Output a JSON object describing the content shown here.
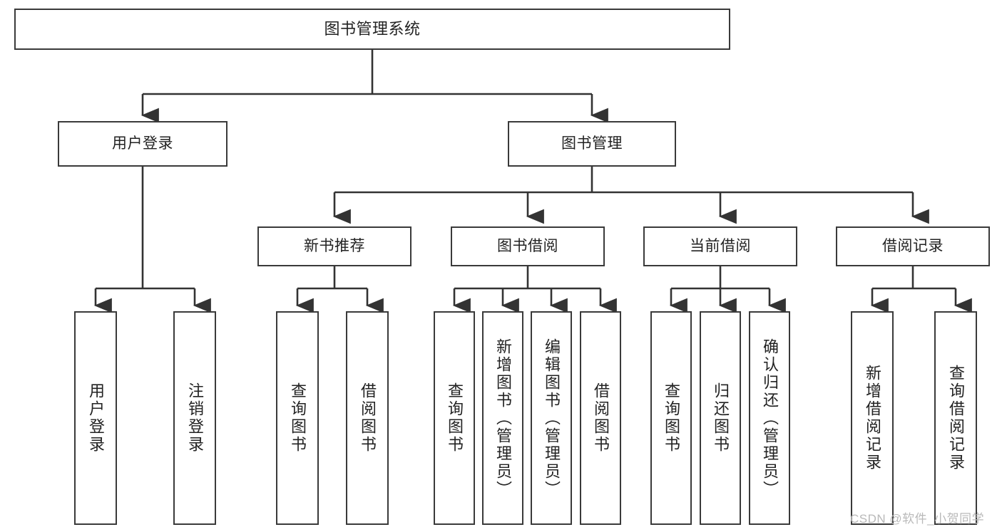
{
  "diagram": {
    "type": "tree-hierarchy",
    "title": "图书管理系统",
    "orientation": "top-down",
    "edge_color": "#333333",
    "node_border_color": "#3a3a3a",
    "node_fill_color": "#ffffff",
    "text_color": "#222222"
  },
  "watermark": {
    "text": "CSDN @软件_小贺同学",
    "color": "#b9b9b9"
  },
  "nodes": {
    "root": {
      "label": "图书管理系统"
    },
    "level1": [
      {
        "id": "user-login",
        "label": "用户登录"
      },
      {
        "id": "book-management",
        "label": "图书管理"
      }
    ],
    "level2": [
      {
        "id": "new-book-recommend",
        "label": "新书推荐"
      },
      {
        "id": "book-borrow",
        "label": "图书借阅"
      },
      {
        "id": "current-borrow",
        "label": "当前借阅"
      },
      {
        "id": "borrow-record",
        "label": "借阅记录"
      }
    ],
    "leaves": {
      "user_login": [
        {
          "id": "leaf-user-login",
          "label": "用户登录"
        },
        {
          "id": "leaf-logout-login",
          "label": "注销登录"
        }
      ],
      "new_book_recommend": [
        {
          "id": "leaf-query-book-1",
          "label": "查询图书"
        },
        {
          "id": "leaf-borrow-book-1",
          "label": "借阅图书"
        }
      ],
      "book_borrow": [
        {
          "id": "leaf-query-book-2",
          "label": "查询图书"
        },
        {
          "id": "leaf-add-book",
          "label": "新增图书（管理员）"
        },
        {
          "id": "leaf-edit-book",
          "label": "编辑图书（管理员）"
        },
        {
          "id": "leaf-borrow-book-2",
          "label": "借阅图书"
        }
      ],
      "current_borrow": [
        {
          "id": "leaf-query-book-3",
          "label": "查询图书"
        },
        {
          "id": "leaf-return-book",
          "label": "归还图书"
        },
        {
          "id": "leaf-confirm-return",
          "label": "确认归还（管理员）"
        }
      ],
      "borrow_record": [
        {
          "id": "leaf-add-record",
          "label": "新增借阅记录"
        },
        {
          "id": "leaf-query-record",
          "label": "查询借阅记录"
        }
      ]
    }
  }
}
